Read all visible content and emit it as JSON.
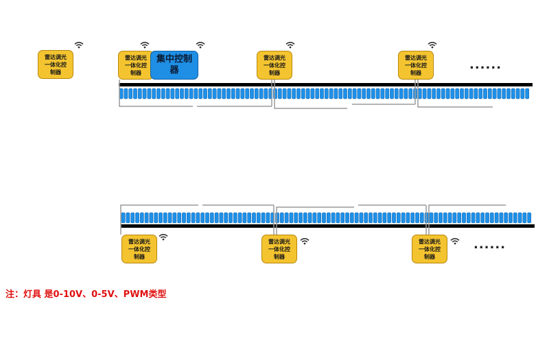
{
  "controller_label": "雷达调光\n一体化控\n制器",
  "central_label": "集中控制\n器",
  "ellipsis": "......",
  "note": "注：灯具 是0-10V、0-5V、PWM类型",
  "colors": {
    "controller_fill": "#f4c430",
    "central_fill": "#1f8fe5",
    "lamp_segment": "#1e90e8",
    "bus_line": "#000000",
    "wire": "#999999",
    "note": "#e01010"
  },
  "icons": [
    "wifi-icon"
  ]
}
